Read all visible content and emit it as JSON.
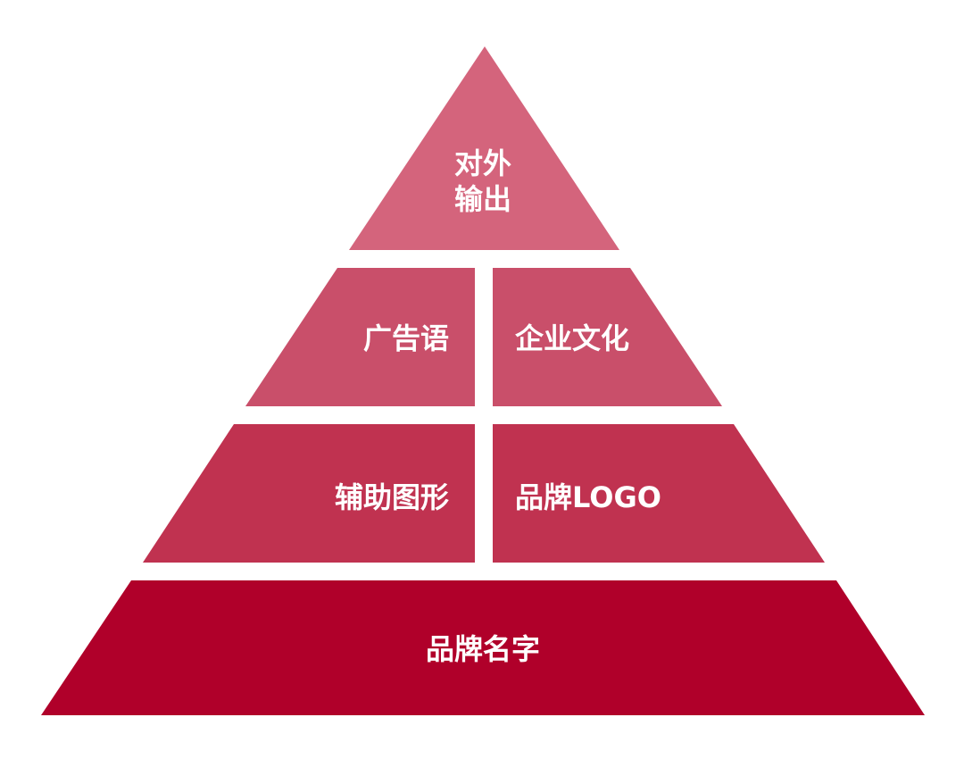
{
  "pyramid": {
    "top": {
      "label_line1": "对外",
      "label_line2": "输出",
      "color": "#d4647c"
    },
    "tier2": {
      "left_label": "广告语",
      "right_label": "企业文化",
      "color": "#c94f6a"
    },
    "tier3": {
      "left_label": "辅助图形",
      "right_label": "品牌LOGO",
      "color": "#c03250"
    },
    "base": {
      "label": "品牌名字",
      "color": "#b0002a"
    }
  }
}
